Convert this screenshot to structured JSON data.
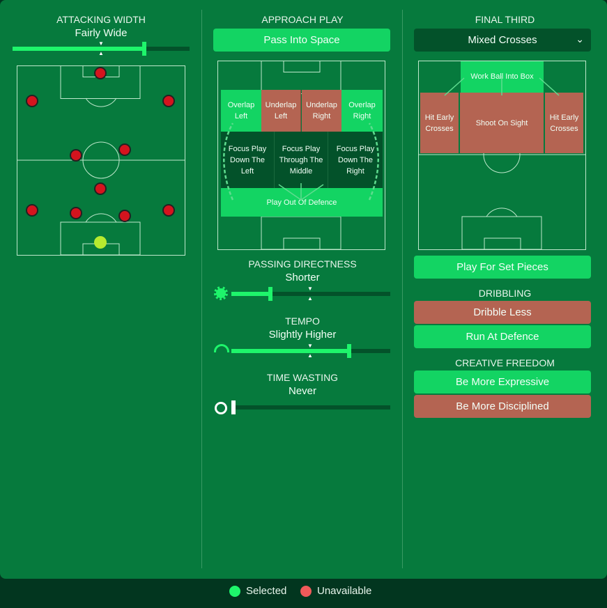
{
  "attacking_width": {
    "label": "ATTACKING WIDTH",
    "value": "Fairly Wide",
    "level": 0.74
  },
  "approach_play": {
    "label": "APPROACH PLAY",
    "selected": "Pass Into Space",
    "zones": {
      "overlap_left": "Overlap Left",
      "underlap_left": "Underlap Left",
      "underlap_right": "Underlap Right",
      "overlap_right": "Overlap Right",
      "focus_left": "Focus Play Down The Left",
      "focus_middle": "Focus Play Through The Middle",
      "focus_right": "Focus Play Down The Right",
      "play_out": "Play Out Of Defence"
    }
  },
  "passing_directness": {
    "label": "PASSING DIRECTNESS",
    "value": "Shorter",
    "level": 0.25
  },
  "tempo": {
    "label": "TEMPO",
    "value": "Slightly Higher",
    "level": 0.75
  },
  "time_wasting": {
    "label": "TIME WASTING",
    "value": "Never",
    "level": 0
  },
  "final_third": {
    "label": "FINAL THIRD",
    "dropdown": "Mixed Crosses",
    "zones": {
      "work_ball": "Work Ball Into Box",
      "hit_early_left": "Hit Early Crosses",
      "shoot": "Shoot On Sight",
      "hit_early_right": "Hit Early Crosses"
    },
    "set_pieces": "Play For Set Pieces"
  },
  "dribbling": {
    "label": "DRIBBLING",
    "options": [
      "Dribble Less",
      "Run At Defence"
    ]
  },
  "creative_freedom": {
    "label": "CREATIVE FREEDOM",
    "options": [
      "Be More Expressive",
      "Be More Disciplined"
    ]
  },
  "legend": {
    "selected": "Selected",
    "unavailable": "Unavailable"
  },
  "colors": {
    "selected": "#13d463",
    "unavailable": "#b46452",
    "background": "#067a3d"
  }
}
